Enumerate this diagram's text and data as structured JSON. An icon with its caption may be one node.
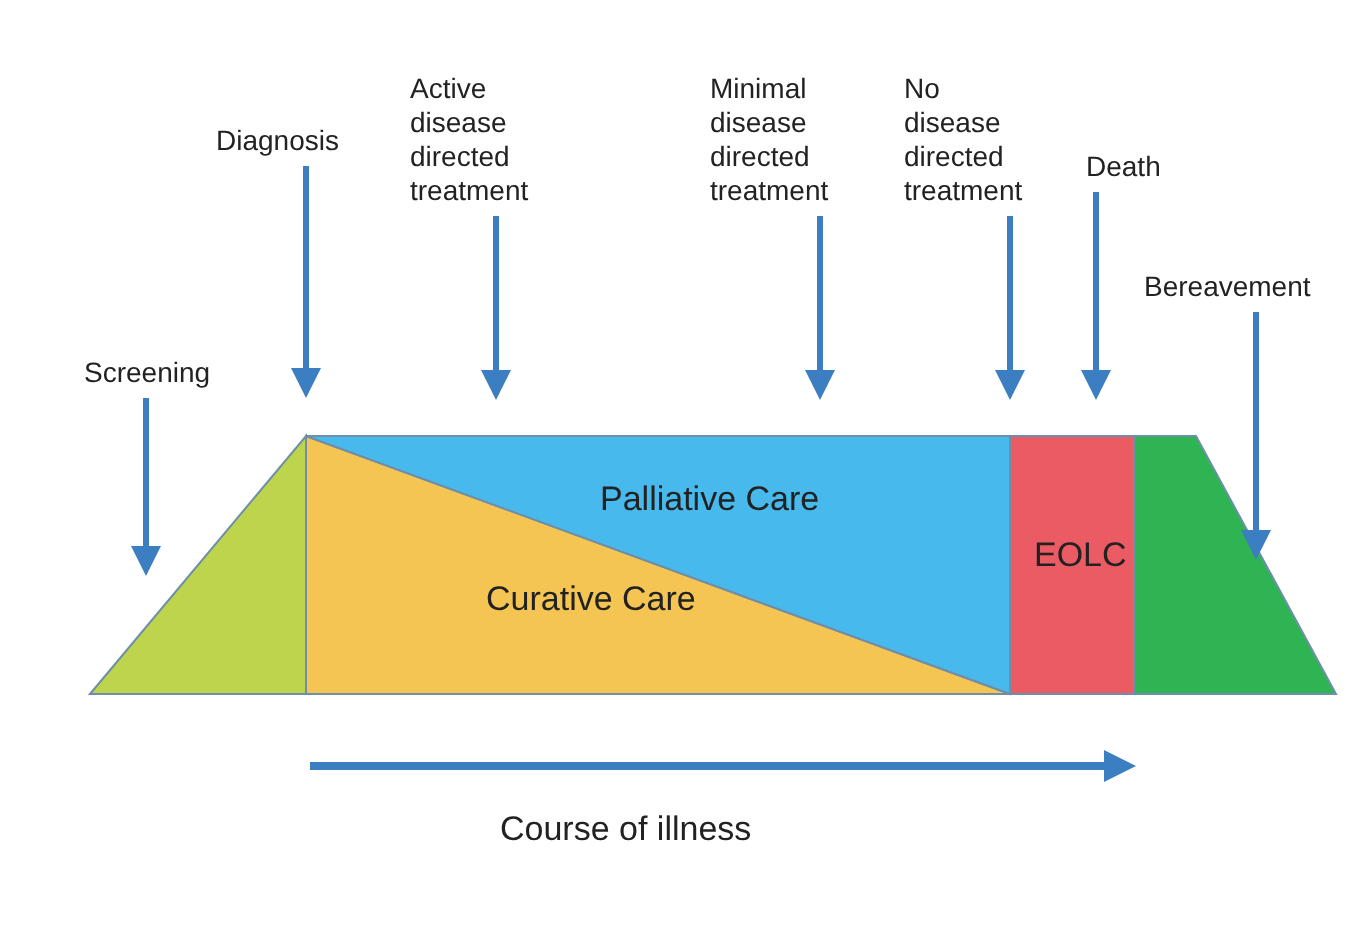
{
  "diagram": {
    "nodes": [
      {
        "text": [
          "Screening"
        ]
      },
      {
        "text": [
          "Diagnosis"
        ]
      },
      {
        "text": [
          "Active disease directed treatment"
        ]
      },
      {
        "text": [
          "Minimal disease directed treatment"
        ]
      },
      {
        "text": [
          "No disease directed treatment"
        ]
      },
      {
        "text": [
          "Death"
        ]
      },
      {
        "text": [
          "Bereavement"
        ]
      },
      {
        "text": [],
        "shape": "triangle"
      },
      {
        "text": [
          "Curative Care"
        ]
      },
      {
        "text": [
          "Palliative Care"
        ]
      },
      {
        "text": [
          "EOLC"
        ]
      },
      {
        "text": [],
        "shape": "trapezoid"
      }
    ],
    "edges": [
      {
        "from": 0,
        "to": 7,
        "arrow": "to"
      },
      {
        "from": 1,
        "to": 8,
        "arrow": "to"
      },
      {
        "from": 2,
        "to": 9,
        "arrow": "to"
      },
      {
        "from": 3,
        "to": 9,
        "arrow": "to"
      },
      {
        "from": 4,
        "to": 9,
        "arrow": "to"
      },
      {
        "from": 5,
        "to": 10,
        "arrow": "to"
      },
      {
        "from": 6,
        "to": 11,
        "arrow": "to"
      }
    ],
    "labels": [
      "Course of illness"
    ]
  }
}
